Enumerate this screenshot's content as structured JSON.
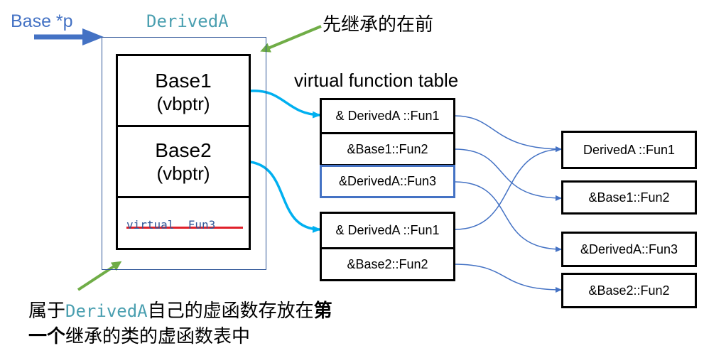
{
  "pointer": {
    "label": "Base *p"
  },
  "object": {
    "title": "DerivedA",
    "sections": [
      {
        "name": "Base1",
        "sub": "(vbptr)"
      },
      {
        "name": "Base2",
        "sub": "(vbptr)"
      }
    ],
    "struck_text": "virtual  Fun3"
  },
  "annotations": {
    "top_note": "先继承的在前",
    "bottom_note_part1": "属于",
    "bottom_note_mono": "DerivedA",
    "bottom_note_part2": "自己的虚函数存放在",
    "bottom_note_bold1": "第",
    "bottom_note_bold2": "一个",
    "bottom_note_part3": "继承的类的虚函数表中"
  },
  "vtable": {
    "title": "virtual function table",
    "table1": [
      "& DerivedA ::Fun1",
      "&Base1::Fun2",
      "&DerivedA::Fun3"
    ],
    "table2": [
      "& DerivedA ::Fun1",
      "&Base2::Fun2"
    ]
  },
  "functions": [
    "DerivedA ::Fun1",
    "&Base1::Fun2",
    "&DerivedA::Fun3",
    "&Base2::Fun2"
  ],
  "colors": {
    "pointer_arrow": "#4472c4",
    "note_arrow": "#70ad47",
    "link_arrow": "#00b0f0",
    "thin_arrow": "#4472c4",
    "strike": "#e0202a",
    "highlight_border": "#4472c4"
  }
}
